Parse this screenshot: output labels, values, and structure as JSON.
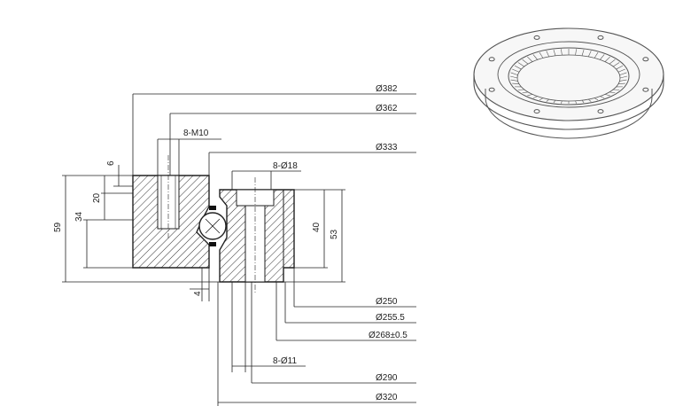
{
  "dimensions": {
    "d382": "Ø382",
    "d362": "Ø362",
    "m10": "8-M10",
    "d333": "Ø333",
    "h18": "8-Ø18",
    "d250": "Ø250",
    "d255": "Ø255.5",
    "d268": "Ø268±0.5",
    "h11": "8-Ø11",
    "d290": "Ø290",
    "d320": "Ø320",
    "v6": "6",
    "v20": "20",
    "v34": "34",
    "v59": "59",
    "v40": "40",
    "v53": "53",
    "v4": "4"
  },
  "colors": {
    "line": "#222222",
    "hatch": "#333333",
    "iso_stroke": "#555555"
  }
}
